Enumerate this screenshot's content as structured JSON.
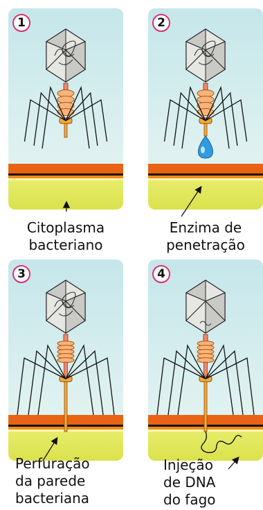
{
  "colors": {
    "sky_top": "#c5e6ea",
    "sky_bottom": "#e9f6f2",
    "wall_orange": "#e86414",
    "wall_black": "#111111",
    "cytoplasm": "#d4dc3c",
    "accent_badge": "#d8306f",
    "enzyme": "#2f9be0"
  },
  "panels": [
    {
      "number": "1",
      "caption": [
        "Citoplasma",
        "bacteriano"
      ]
    },
    {
      "number": "2",
      "caption": [
        "Enzima de",
        "penetração"
      ]
    },
    {
      "number": "3",
      "caption": [
        "Perfuração",
        "da parede",
        "bacteriana"
      ]
    },
    {
      "number": "4",
      "caption": [
        "Injeção",
        "de DNA",
        "do fago"
      ]
    }
  ]
}
